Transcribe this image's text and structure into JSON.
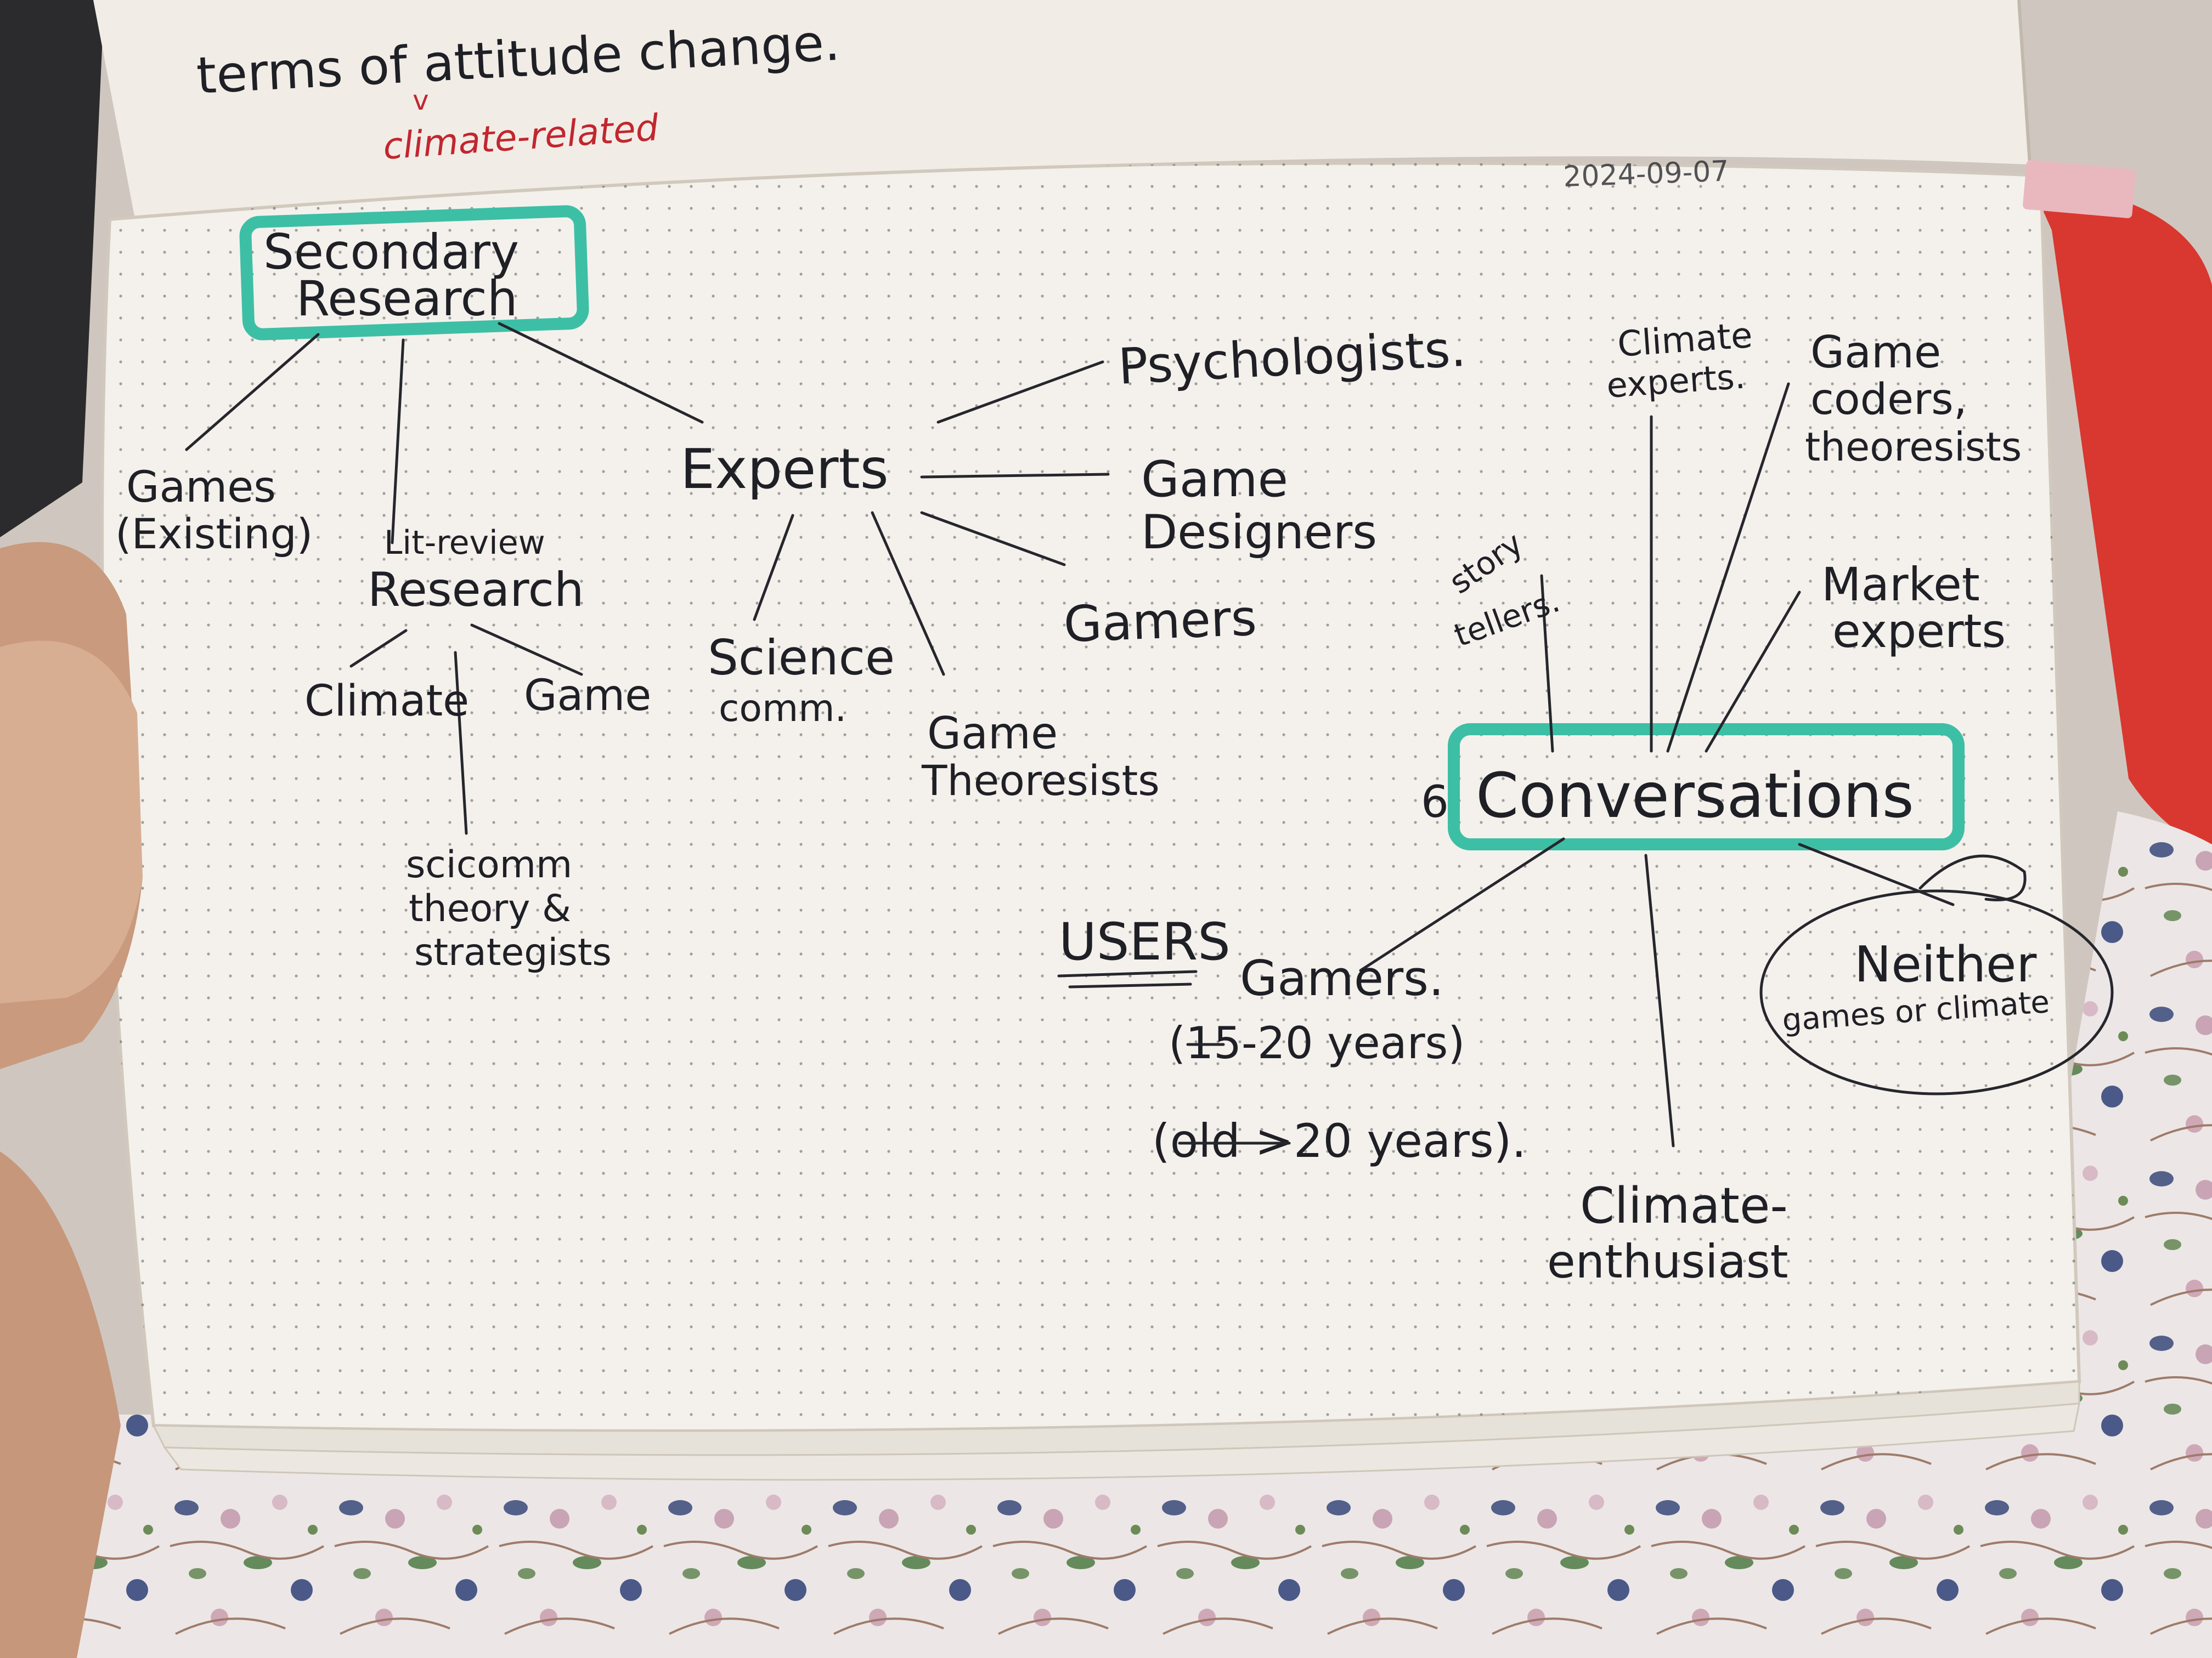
{
  "top_page": {
    "handwriting": "terms of attitude change.",
    "insert_note": "climate-related"
  },
  "date": "2024-09-07",
  "mindmap": {
    "secondary_research": {
      "label_line1": "Secondary",
      "label_line2": "Research",
      "games": {
        "line1": "Games",
        "line2": "(Existing)"
      },
      "research": {
        "line1": "Lit-review",
        "line2": "Research",
        "climate": "Climate",
        "game": "Game",
        "scicomm": {
          "line1": "scicomm",
          "line2": "theory &",
          "line3": "strategists"
        }
      },
      "experts": {
        "label": "Experts",
        "psychologists": "Psychologists.",
        "game_designers": {
          "line1": "Game",
          "line2": "Designers"
        },
        "gamers": "Gamers",
        "science_comm": {
          "line1": "Science",
          "line2": "comm."
        },
        "game_theorists": {
          "line1": "Game",
          "line2": "Theoresists"
        }
      }
    },
    "conversations": {
      "label": "Conversations",
      "climate_experts": {
        "line1": "Climate",
        "line2": "experts."
      },
      "game_coders": {
        "line1": "Game",
        "line2": "coders,",
        "line3": "theoresists"
      },
      "story_tellers": {
        "line1": "story",
        "line2": "tellers."
      },
      "market_experts": {
        "line1": "Market",
        "line2": "experts"
      },
      "neither": {
        "line1": "Neither",
        "line2": "games or climate"
      },
      "climate_enthusiast": {
        "line1": "Climate-",
        "line2": "enthusiast"
      }
    },
    "users": {
      "label": "USERS",
      "gamers": "Gamers.",
      "young_range": "(15-20 years)",
      "old_range": "(old >20 years)."
    }
  },
  "colors": {
    "paper": "#f4f1ec",
    "ink": "#1f1f26",
    "highlight": "#3dbfa6",
    "red_ink": "#c2262f",
    "tab": "#e9b8bf",
    "chair": "#d73a33"
  }
}
